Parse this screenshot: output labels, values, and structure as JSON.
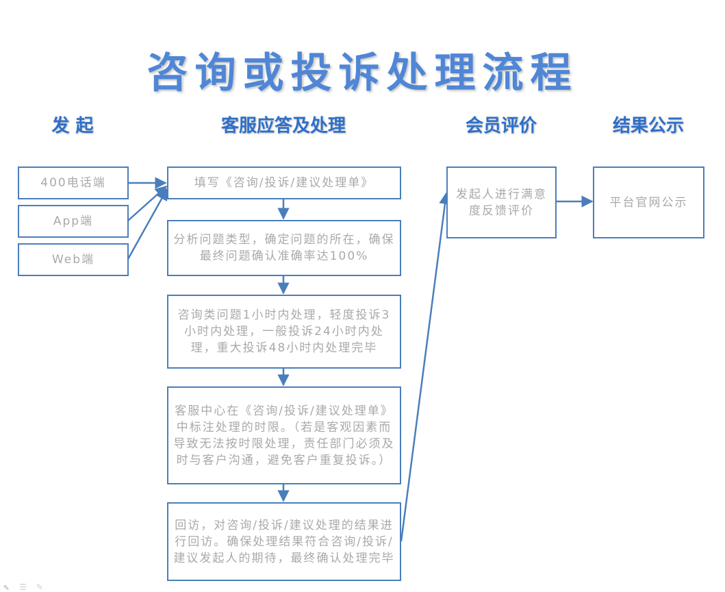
{
  "title": "咨询或投诉处理流程",
  "columns": {
    "initiate": "发  起",
    "service": "客服应答及处理",
    "evaluate": "会员评价",
    "publish": "结果公示"
  },
  "channels": [
    "400电话端",
    "App端",
    "Web端"
  ],
  "steps": [
    "填写《咨询/投诉/建议处理单》",
    "分析问题类型，确定问题的所在，确保最终问题确认准确率达100%",
    "咨询类问题1小时内处理，轻度投诉3小时内处理，一般投诉24小时内处理，重大投诉48小时内处理完毕",
    "客服中心在《咨询/投诉/建议处理单》中标注处理的时限。（若是客观因素而导致无法按时限处理，责任部门必须及时与客户沟通，避免客户重复投诉。）",
    "回访，对咨询/投诉/建议处理的结果进行回访。确保处理结果符合咨询/投诉/建议发起人的期待，最终确认处理完毕"
  ],
  "evaluation": "发起人进行满意度反馈评价",
  "publication": "平台官网公示",
  "colors": {
    "title": "#4f86d6",
    "heading": "#2e6fc9",
    "border": "#4a7ebb",
    "arrow": "#4a7ebb",
    "box_text": "#a9a9a9"
  }
}
